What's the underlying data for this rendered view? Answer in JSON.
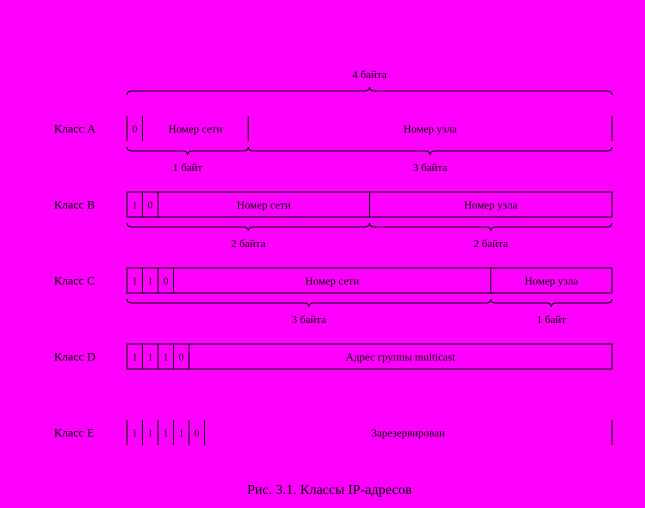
{
  "caption": "Рис. 3.1. Классы IP-адресов",
  "top_brace_label": "4 байта",
  "classes": [
    {
      "name": "Класс А",
      "bits": [
        "0"
      ],
      "fields": [
        {
          "label": "Номер сети",
          "bytes": 1
        },
        {
          "label": "Номер узла",
          "bytes": 3
        }
      ],
      "byte_labels": [
        "1 байт",
        "3 байта"
      ]
    },
    {
      "name": "Класс В",
      "bits": [
        "1",
        "0"
      ],
      "fields": [
        {
          "label": "Номер сети",
          "bytes": 2
        },
        {
          "label": "Номер узла",
          "bytes": 2
        }
      ],
      "byte_labels": [
        "2 байта",
        "2 байта"
      ]
    },
    {
      "name": "Класс С",
      "bits": [
        "1",
        "1",
        "0"
      ],
      "fields": [
        {
          "label": "Номер сети",
          "bytes": 3
        },
        {
          "label": "Номер узла",
          "bytes": 1
        }
      ],
      "byte_labels": [
        "3 байта",
        "1 байт"
      ]
    },
    {
      "name": "Класс D",
      "bits": [
        "1",
        "1",
        "1",
        "0"
      ],
      "fields": [
        {
          "label": "Адрес группы multicast",
          "bytes": 4
        }
      ],
      "byte_labels": []
    },
    {
      "name": "Класс Е",
      "bits": [
        "1",
        "1",
        "1",
        "1",
        "0"
      ],
      "fields": [
        {
          "label": "Зарезервирован",
          "bytes": 4
        }
      ],
      "byte_labels": []
    }
  ]
}
